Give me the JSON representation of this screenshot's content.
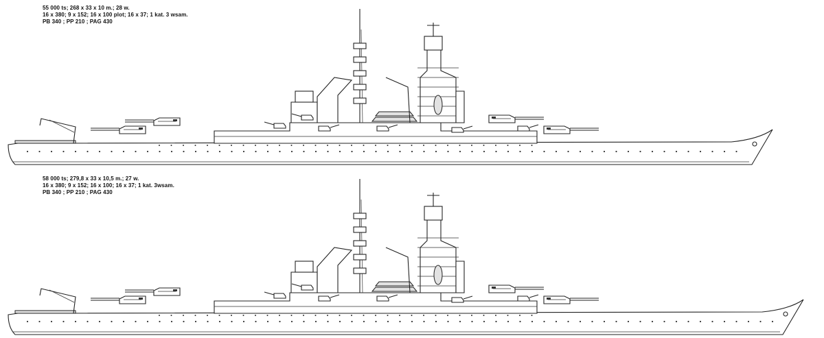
{
  "designs": [
    {
      "spec_lines": [
        "55 000 ts; 268 x 33 x 10 m.; 28 w.",
        "16 x 380; 9 x 152; 16 x 100 plot; 16 x 37; 1 kat. 3 wsam.",
        "PB 340 ; PP 210 ; PAG 430"
      ]
    },
    {
      "spec_lines": [
        "58 000 ts; 279,8 x 33 x 10,5 m.; 27 w.",
        "16 x 380; 9 x 152; 16 x 100; 16 x 37; 1 kat. 3wsam.",
        "PB 340 ; PP 210 ; PAG 430"
      ]
    }
  ]
}
